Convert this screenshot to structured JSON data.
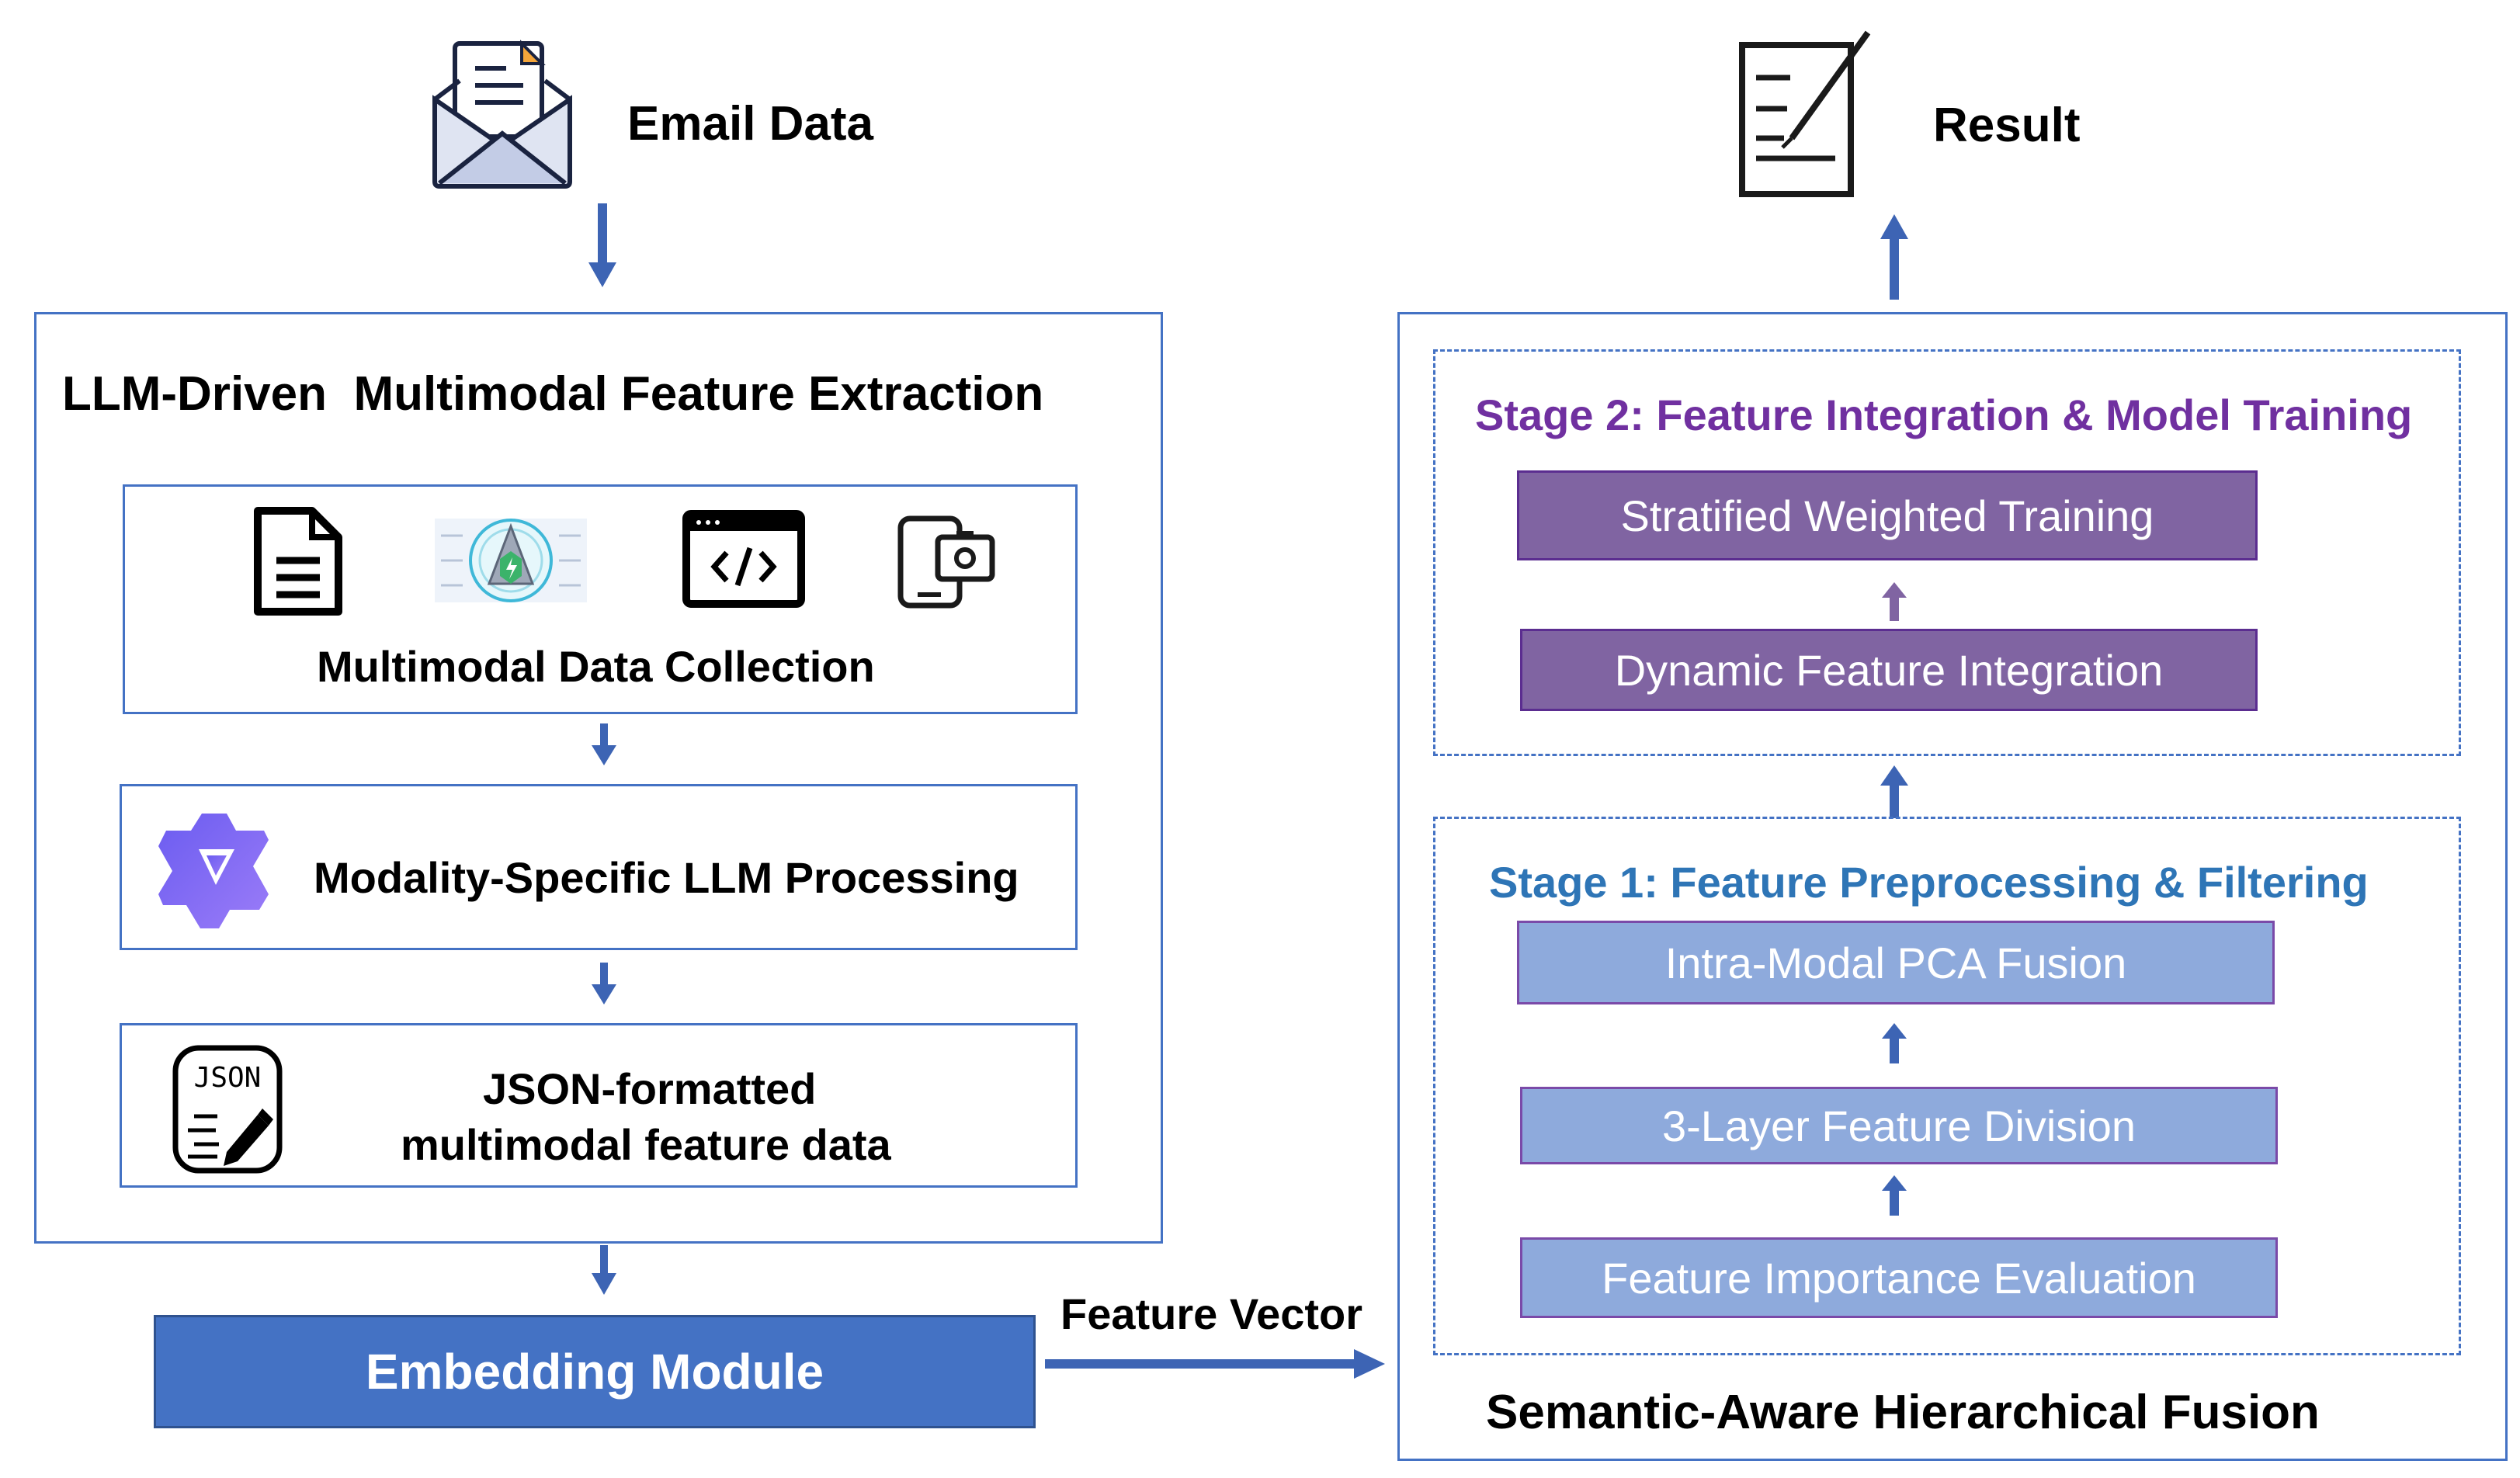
{
  "colors": {
    "panel_border": "#4472c4",
    "arrow": "#3d64b4",
    "embedding_fill": "#4472c4",
    "stage2_fill": "#8064a2",
    "stage2_title": "#7030a0",
    "stage1_fill": "#8eaadc",
    "stage1_title": "#2e75b6"
  },
  "input": {
    "label": "Email Data",
    "icon": "email-envelope-icon"
  },
  "output": {
    "label": "Result",
    "icon": "document-edit-icon"
  },
  "extraction": {
    "title": "LLM-Driven  Multimodal Feature Extraction",
    "collection": {
      "label": "Multimodal Data Collection",
      "icons": [
        "text-document-icon",
        "image-modality-icon",
        "code-html-icon",
        "device-camera-icon"
      ]
    },
    "processing": {
      "label": "Modality-Specific LLM Processing",
      "icon": "llm-logo-icon"
    },
    "json": {
      "line1": "JSON-formatted",
      "line2": "multimodal feature data",
      "icon": "json-file-icon",
      "icon_text": "JSON"
    }
  },
  "embedding": {
    "label": "Embedding Module"
  },
  "edge": {
    "label": "Feature Vector"
  },
  "fusion": {
    "title": "Semantic-Aware Hierarchical Fusion",
    "stage2": {
      "title": "Stage 2: Feature Integration & Model Training",
      "steps": [
        "Stratified Weighted Training",
        "Dynamic Feature Integration"
      ]
    },
    "stage1": {
      "title": "Stage 1: Feature Preprocessing & Filtering",
      "steps": [
        "Intra-Modal PCA Fusion",
        "3-Layer Feature Division",
        "Feature Importance Evaluation"
      ]
    }
  }
}
